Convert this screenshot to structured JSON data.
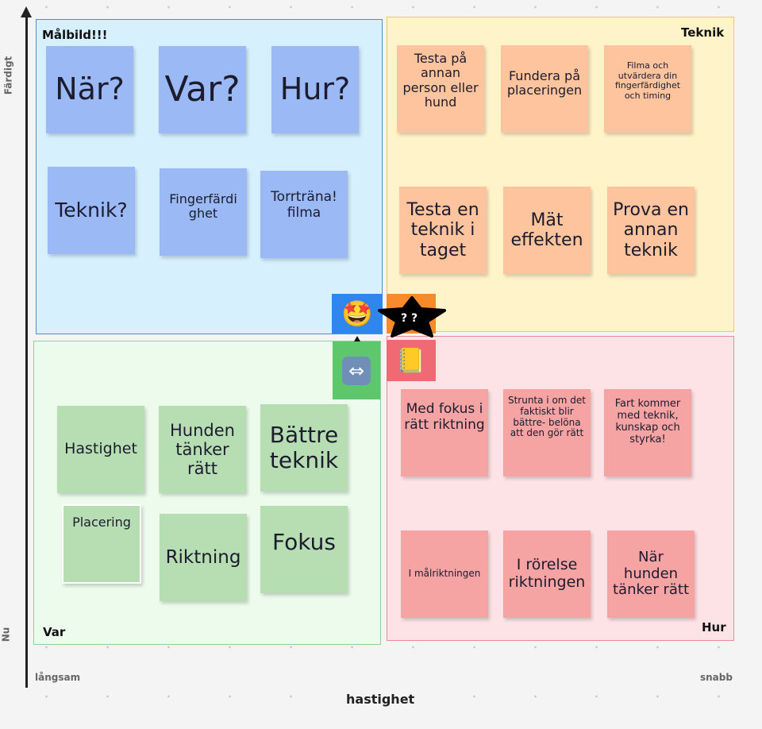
{
  "axes": {
    "y_top": "Färdigt",
    "y_bottom": "Nu",
    "x_left": "långsam",
    "x_right": "snabb",
    "x_title": "hastighet"
  },
  "regions": {
    "malbild": "Målbild!!!",
    "teknik": "Teknik",
    "var": "Var",
    "hur": "Hur"
  },
  "notes": {
    "malbild": [
      "När?",
      "Var?",
      "Hur?",
      "Teknik?",
      "Fingerfärdi ghet",
      "Torrträna! filma"
    ],
    "teknik": [
      "Testa på annan person eller hund",
      "Fundera på placeringen",
      "Filma och utvärdera din fingerfärdighet och timing",
      "Testa en teknik i taget",
      "Mät effekten",
      "Prova en annan teknik"
    ],
    "var": [
      "Hastighet",
      "Hunden tänker rätt",
      "Bättre teknik",
      "Placering",
      "Riktning",
      "Fokus"
    ],
    "hur": [
      "Med fokus i rätt riktning",
      "Strunta i om det faktiskt blir bättre- belöna att den gör rätt",
      "Fart kommer med teknik, kunskap och styrka!",
      "I målriktningen",
      "I rörelse riktningen",
      "När hunden tänker rätt"
    ]
  },
  "star_label": "? ?",
  "colors": {
    "blue_region": "#d6f0fd",
    "yellow_region": "#fff3c9",
    "green_region": "#edfbed",
    "pink_region": "#fde3e6"
  }
}
